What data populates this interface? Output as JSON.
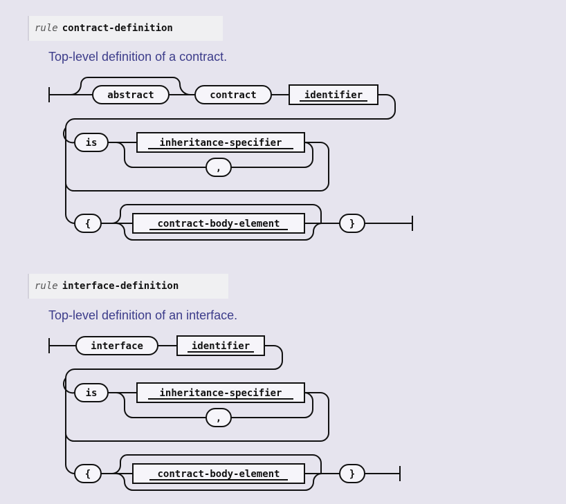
{
  "rules": [
    {
      "keyword": "rule",
      "name": "contract-definition",
      "description": "Top-level definition of a contract.",
      "tokens": {
        "abstract": "abstract",
        "contract": "contract",
        "identifier": "identifier",
        "is": "is",
        "inheritance_specifier": "inheritance-specifier",
        "comma": ",",
        "lbrace": "{",
        "contract_body_element": "contract-body-element",
        "rbrace": "}"
      }
    },
    {
      "keyword": "rule",
      "name": "interface-definition",
      "description": "Top-level definition of an interface.",
      "tokens": {
        "interface": "interface",
        "identifier": "identifier",
        "is": "is",
        "inheritance_specifier": "inheritance-specifier",
        "comma": ",",
        "lbrace": "{",
        "contract_body_element": "contract-body-element",
        "rbrace": "}"
      }
    }
  ]
}
